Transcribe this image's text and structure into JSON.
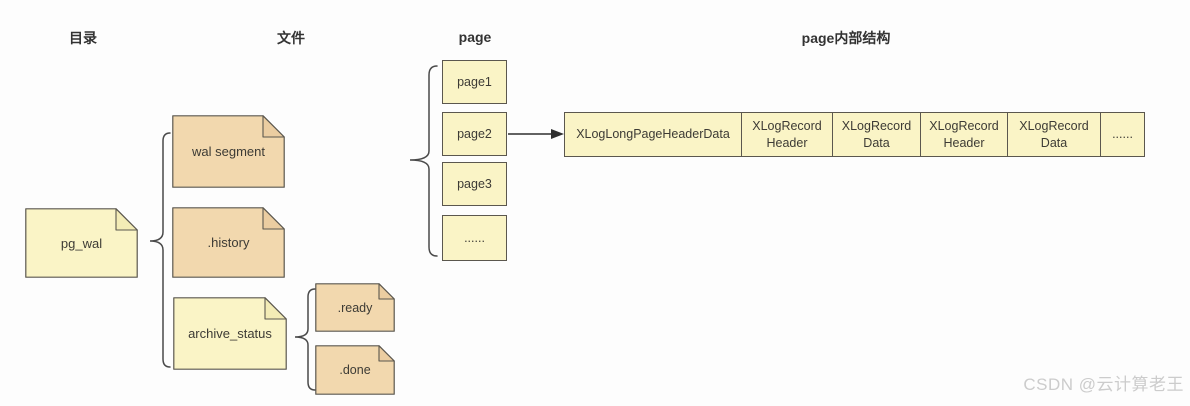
{
  "headers": {
    "directory": "目录",
    "files": "文件",
    "page": "page",
    "page_structure": "page内部结构"
  },
  "tree": {
    "root": {
      "label": "pg_wal"
    },
    "files": [
      {
        "label": "wal segment"
      },
      {
        "label": ".history"
      },
      {
        "label": "archive_status"
      }
    ],
    "archive_children": [
      {
        "label": ".ready"
      },
      {
        "label": ".done"
      }
    ]
  },
  "pages": [
    {
      "label": "page1"
    },
    {
      "label": "page2"
    },
    {
      "label": "page3"
    },
    {
      "label": "......"
    }
  ],
  "xlog_row": {
    "cells": [
      {
        "label": "XLogLongPageHeaderData"
      },
      {
        "label": "XLogRecord\nHeader"
      },
      {
        "label": "XLogRecord\nData"
      },
      {
        "label": "XLogRecord\nHeader"
      },
      {
        "label": "XLogRecord\nData"
      },
      {
        "label": "......"
      }
    ]
  },
  "watermark": "CSDN @云计算老王",
  "colors": {
    "yellow": "#faf4c6",
    "tan": "#f2d8ae",
    "yellow-flap": "#f3ecb6",
    "tan-flap": "#ebcda1",
    "border": "#5b574e",
    "text": "#3d3b35",
    "header": "#333333",
    "connector": "#4a4a4a",
    "watermark": "#cccccc",
    "bg": "#fdfdfd"
  }
}
